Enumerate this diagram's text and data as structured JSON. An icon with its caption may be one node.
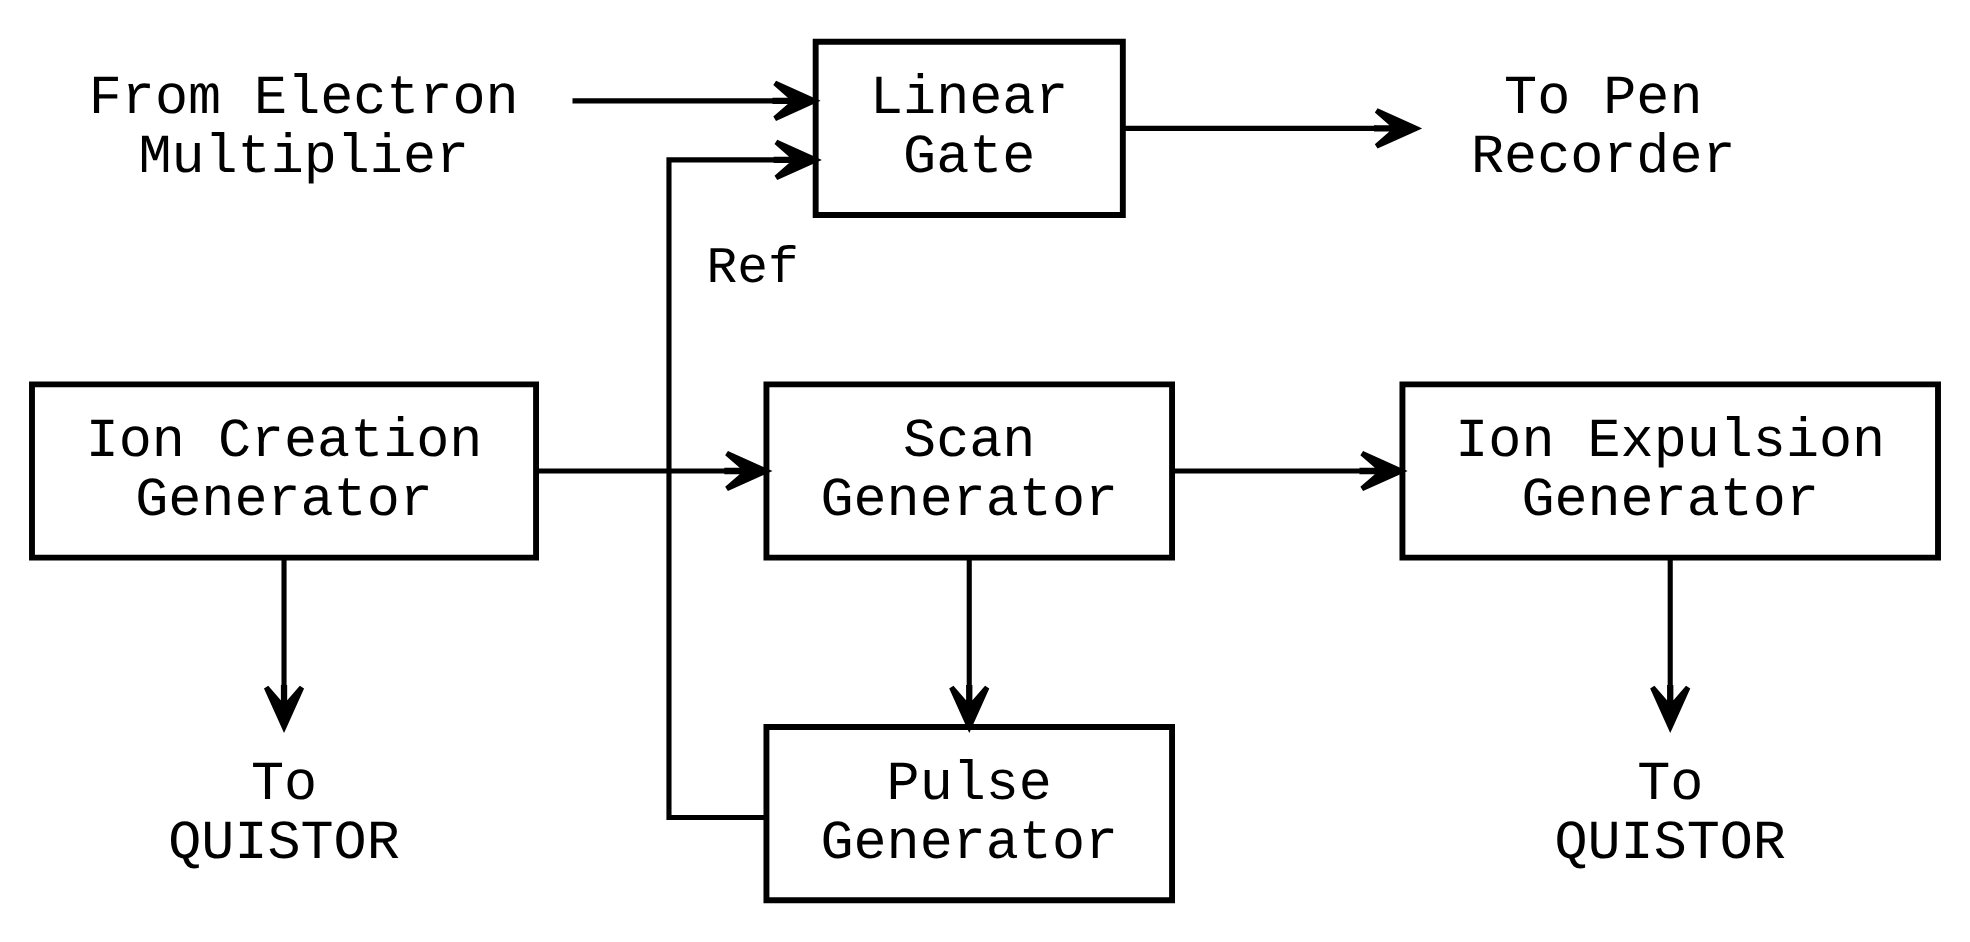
{
  "diagram": {
    "nodes": [
      {
        "text": [
          "From Electron Multiplier"
        ]
      },
      {
        "text": [
          "Linear Gate"
        ]
      },
      {
        "text": [
          "To Pen Recorder"
        ]
      },
      {
        "text": [
          "Ion Creation Generator"
        ]
      },
      {
        "text": [
          "Scan Generator"
        ]
      },
      {
        "text": [
          "Ion Expulsion Generator"
        ]
      },
      {
        "text": [
          "To QUISTOR"
        ]
      },
      {
        "text": [
          "Pulse Generator"
        ]
      },
      {
        "text": [
          "To QUISTOR"
        ]
      }
    ],
    "edges": [
      {
        "from": 0,
        "to": 1,
        "arrow": "to"
      },
      {
        "from": 1,
        "to": 2,
        "arrow": "to"
      },
      {
        "from": 3,
        "to": 4,
        "arrow": "to"
      },
      {
        "from": 4,
        "to": 5,
        "arrow": "to"
      },
      {
        "from": 3,
        "to": 6,
        "arrow": "to"
      },
      {
        "from": 4,
        "to": 7,
        "arrow": "to"
      },
      {
        "from": 7,
        "to": 1,
        "arrow": "to",
        "label": "Ref"
      },
      {
        "from": 5,
        "to": 8,
        "arrow": "to"
      }
    ]
  }
}
